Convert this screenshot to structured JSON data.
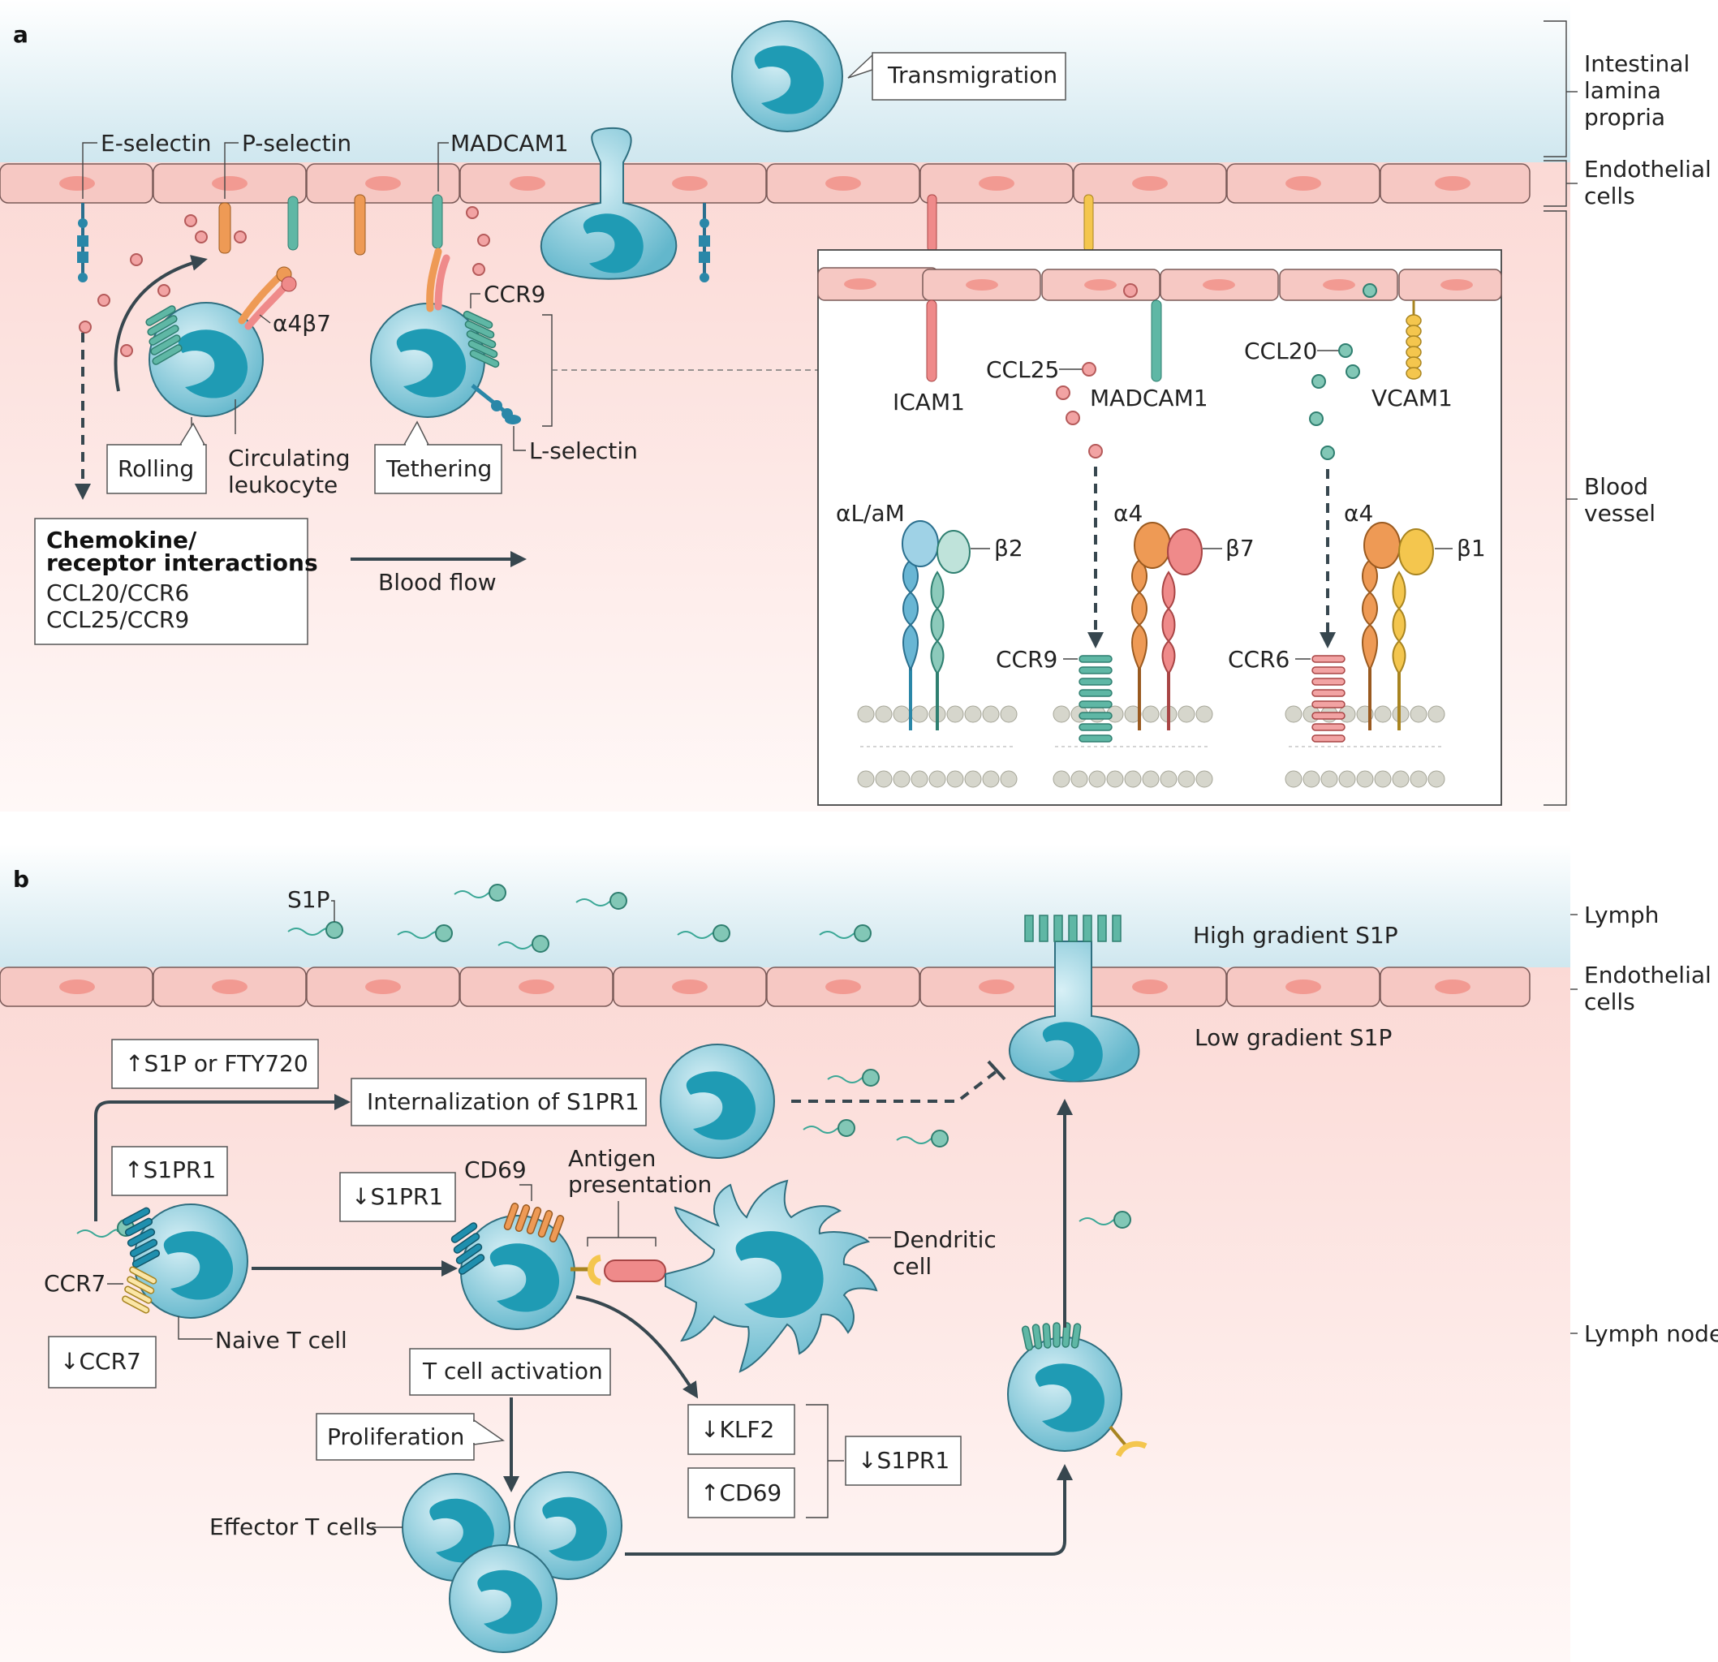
{
  "panels": {
    "a": "a",
    "b": "b"
  },
  "panel_a": {
    "transmigration": "Transmigration",
    "e_selectin": "E-selectin",
    "p_selectin": "P-selectin",
    "madcam1_top": "MADCAM1",
    "a4b7": "α4β7",
    "ccr9_top": "CCR9",
    "rolling": "Rolling",
    "circulating_1": "Circulating",
    "circulating_2": "leukocyte",
    "tethering": "Tethering",
    "l_selectin": "L-selectin",
    "chemokine_title_1": "Chemokine/",
    "chemokine_title_2": "receptor interactions",
    "chemokine_item_1": "CCL20/CCR6",
    "chemokine_item_2": "CCL25/CCR9",
    "blood_flow": "Blood flow",
    "inset": {
      "icam1": "ICAM1",
      "ccl25": "CCL25",
      "madcam1": "MADCAM1",
      "ccl20": "CCL20",
      "vcam1": "VCAM1",
      "alam": "αL/aM",
      "b2": "β2",
      "a4_1": "α4",
      "b7": "β7",
      "a4_2": "α4",
      "b1": "β1",
      "ccr9": "CCR9",
      "ccr6": "CCR6"
    }
  },
  "right_labels": {
    "lamina_1": "Intestinal",
    "lamina_2": "lamina",
    "lamina_3": "propria",
    "endo_a_1": "Endothelial",
    "endo_a_2": "cells",
    "blood_1": "Blood",
    "blood_2": "vessel",
    "lymph": "Lymph",
    "endo_b_1": "Endothelial",
    "endo_b_2": "cells",
    "lymph_node": "Lymph node"
  },
  "panel_b": {
    "s1p": "S1P",
    "high_gradient": "High gradient S1P",
    "low_gradient": "Low gradient S1P",
    "up_s1p_fty": "↑S1P or FTY720",
    "internalization": "Internalization of S1PR1",
    "up_s1pr1": "↑S1PR1",
    "down_s1pr1_1": "↓S1PR1",
    "cd69": "CD69",
    "antigen_1": "Antigen",
    "antigen_2": "presentation",
    "dendritic_1": "Dendritic",
    "dendritic_2": "cell",
    "ccr7": "CCR7",
    "naive": "Naive T cell",
    "down_ccr7": "↓CCR7",
    "t_activation": "T cell activation",
    "proliferation": "Proliferation",
    "effector": "Effector T cells",
    "down_klf2": "↓KLF2",
    "up_cd69": "↑CD69",
    "down_s1pr1_2": "↓S1PR1"
  },
  "colors": {
    "lumen": "#d6ebf1",
    "vessel": "#fde7e5",
    "endothelium": "#f6c8c3",
    "cell": "#8fd0e0",
    "nucleus": "#1f9bb4",
    "teal": "#5fb7a5",
    "orange": "#ee9a55",
    "pink": "#ef8a8a",
    "yellow": "#f4c64e"
  }
}
